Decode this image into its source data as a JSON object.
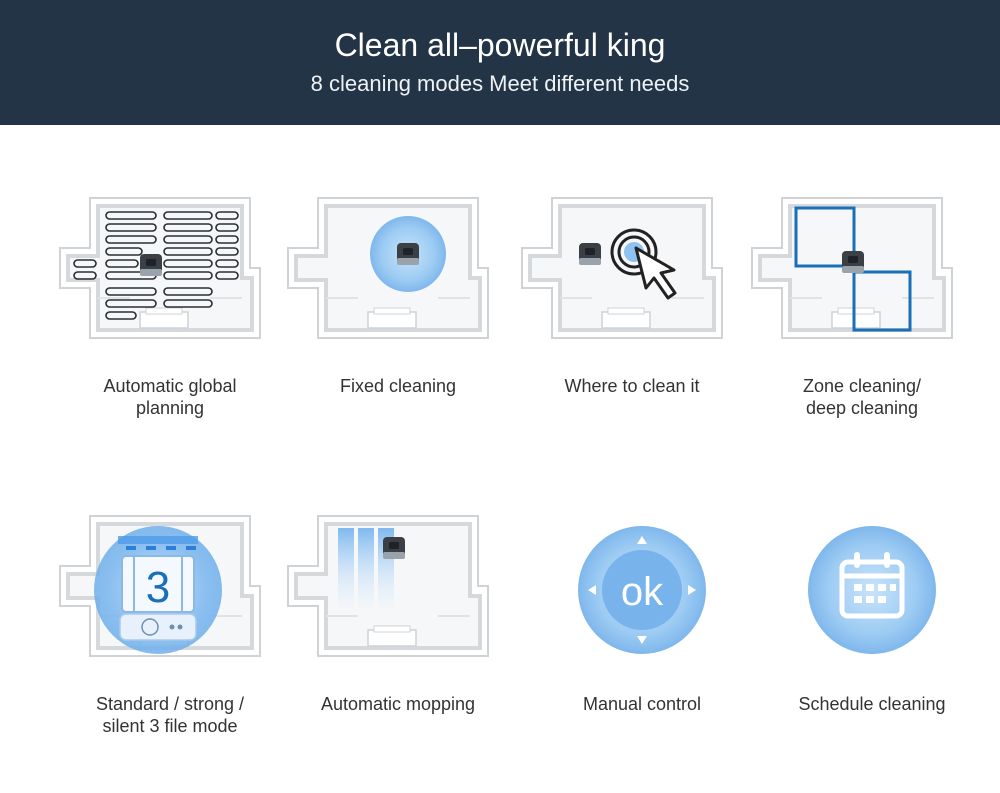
{
  "header": {
    "title": "Clean all–powerful king",
    "subtitle": "8 cleaning modes Meet different needs"
  },
  "modes": [
    {
      "id": "automatic-global-planning",
      "lines": [
        "Automatic global",
        "planning"
      ]
    },
    {
      "id": "fixed-cleaning",
      "lines": [
        "Fixed cleaning"
      ]
    },
    {
      "id": "where-to-clean-it",
      "lines": [
        "Where to clean it"
      ]
    },
    {
      "id": "zone-cleaning",
      "lines": [
        "Zone cleaning/",
        "deep cleaning"
      ]
    },
    {
      "id": "standard-strong-silent",
      "lines": [
        "Standard / strong /",
        "silent 3 file mode"
      ],
      "icon_number": "3"
    },
    {
      "id": "automatic-mopping",
      "lines": [
        "Automatic mopping"
      ]
    },
    {
      "id": "manual-control",
      "lines": [
        "Manual control"
      ],
      "icon_text": "ok"
    },
    {
      "id": "schedule-cleaning",
      "lines": [
        "Schedule cleaning"
      ]
    }
  ],
  "colors": {
    "header_bg": "#223445",
    "accent_blue": "#1a6fb8",
    "circle_blue": "#8ec2f0"
  }
}
